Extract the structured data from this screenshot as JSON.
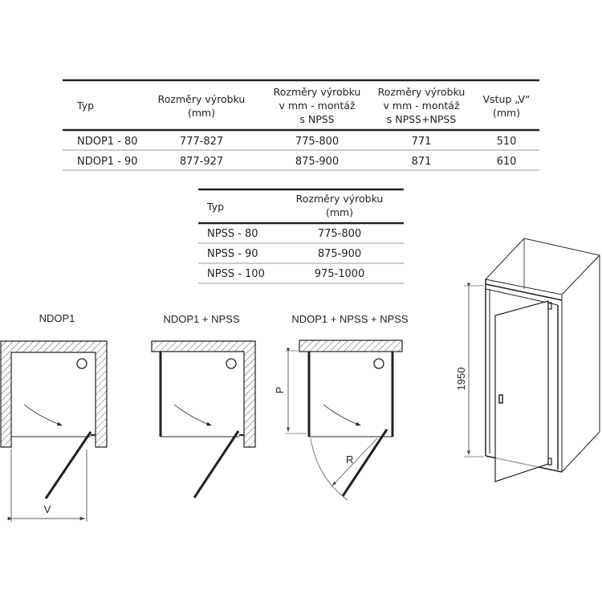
{
  "table1": {
    "headers": [
      [
        "Typ"
      ],
      [
        "Rozměry výrobku",
        "(mm)"
      ],
      [
        "Rozměry výrobku",
        "v mm - montáž",
        "s NPSS"
      ],
      [
        "Rozměry výrobku",
        "v mm - montáž",
        "s NPSS+NPSS"
      ],
      [
        "Vstup „V“",
        "(mm)"
      ]
    ],
    "rows": [
      [
        "NDOP1 - 80",
        "777-827",
        "775-800",
        "771",
        "510"
      ],
      [
        "NDOP1 - 90",
        "877-927",
        "875-900",
        "871",
        "610"
      ]
    ]
  },
  "table2": {
    "headers": [
      [
        "Typ"
      ],
      [
        "Rozměry výrobku",
        "(mm)"
      ]
    ],
    "rows": [
      [
        "NPSS - 80",
        "775-800"
      ],
      [
        "NPSS - 90",
        "875-900"
      ],
      [
        "NPSS - 100",
        "975-1000"
      ]
    ]
  },
  "diagrams": {
    "d1_title": "NDOP1",
    "d2_title": "NDOP1 + NPSS",
    "d3_title": "NDOP1 + NPSS + NPSS",
    "v_label": "V",
    "p_label": "P",
    "r_label": "R",
    "height_label": "1950"
  }
}
